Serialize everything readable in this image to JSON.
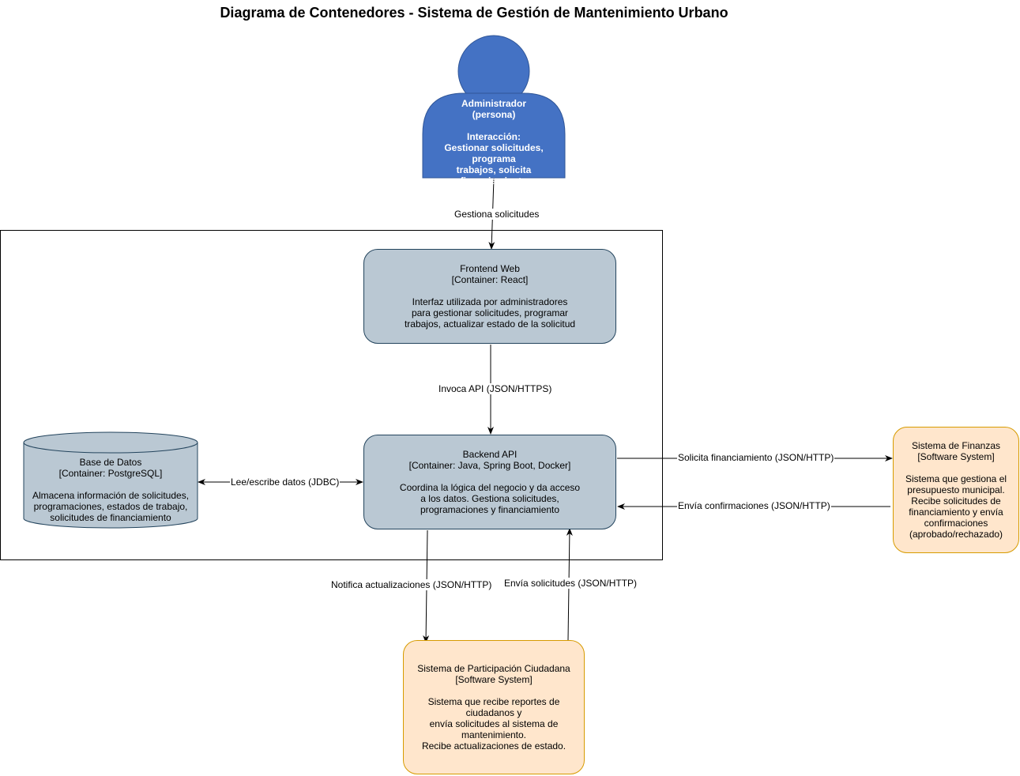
{
  "title": "Diagrama de Contenedores - Sistema de Gestión de Mantenimiento Urbano",
  "colors": {
    "person_fill": "#4472c4",
    "person_stroke": "#2f5597",
    "container_fill": "#bac8d3",
    "container_stroke": "#23445d",
    "external_fill": "#ffe6cc",
    "external_stroke": "#d79b00"
  },
  "person": {
    "name": "Administrador",
    "type": "(persona)",
    "interaction_heading": "Interacción:",
    "interaction_line1": "Gestionar solicitudes, programa",
    "interaction_line2": "trabajos, solicita financiamiento"
  },
  "frontend": {
    "name": "Frontend Web",
    "tech": "[Container: React]",
    "desc_line1": "Interfaz utilizada por administradores",
    "desc_line2": "para gestionar solicitudes, programar",
    "desc_line3": "trabajos, actualizar estado de la solicitud"
  },
  "backend": {
    "name": "Backend API",
    "tech": "[Container: Java, Spring Boot, Docker]",
    "desc_line1": "Coordina la lógica del negocio y da acceso",
    "desc_line2": "a los datos. Gestiona solicitudes,",
    "desc_line3": "programaciones y financiamiento"
  },
  "database": {
    "name": "Base de Datos",
    "tech": "[Container: PostgreSQL]",
    "desc_line1": "Almacena información de solicitudes,",
    "desc_line2": "programaciones, estados de trabajo,",
    "desc_line3": "solicitudes de financiamiento"
  },
  "finance": {
    "name": "Sistema de Finanzas",
    "tech": "[Software System]",
    "desc_line1": "Sistema que gestiona el",
    "desc_line2": "presupuesto municipal.",
    "desc_line3": "Recibe solicitudes de",
    "desc_line4": "financiamiento y envía",
    "desc_line5": "confirmaciones",
    "desc_line6": "(aprobado/rechazado)"
  },
  "participation": {
    "name": "Sistema de Participación Ciudadana",
    "tech": "[Software System]",
    "desc_line1": "Sistema que recibe reportes de",
    "desc_line2": "ciudadanos y",
    "desc_line3": "envía solicitudes al sistema de",
    "desc_line4": "mantenimiento.",
    "desc_line5": "Recibe actualizaciones de estado."
  },
  "edges": {
    "person_to_frontend": "Gestiona solicitudes",
    "frontend_to_backend": "Invoca API (JSON/HTTPS)",
    "backend_database": "Lee/escribe datos (JDBC)",
    "backend_to_finance": "Solicita financiamiento (JSON/HTTP)",
    "finance_to_backend": "Envía confirmaciones (JSON/HTTP)",
    "backend_to_participation": "Notifica actualizaciones (JSON/HTTP)",
    "participation_to_backend": "Envía solicitudes (JSON/HTTP)"
  }
}
